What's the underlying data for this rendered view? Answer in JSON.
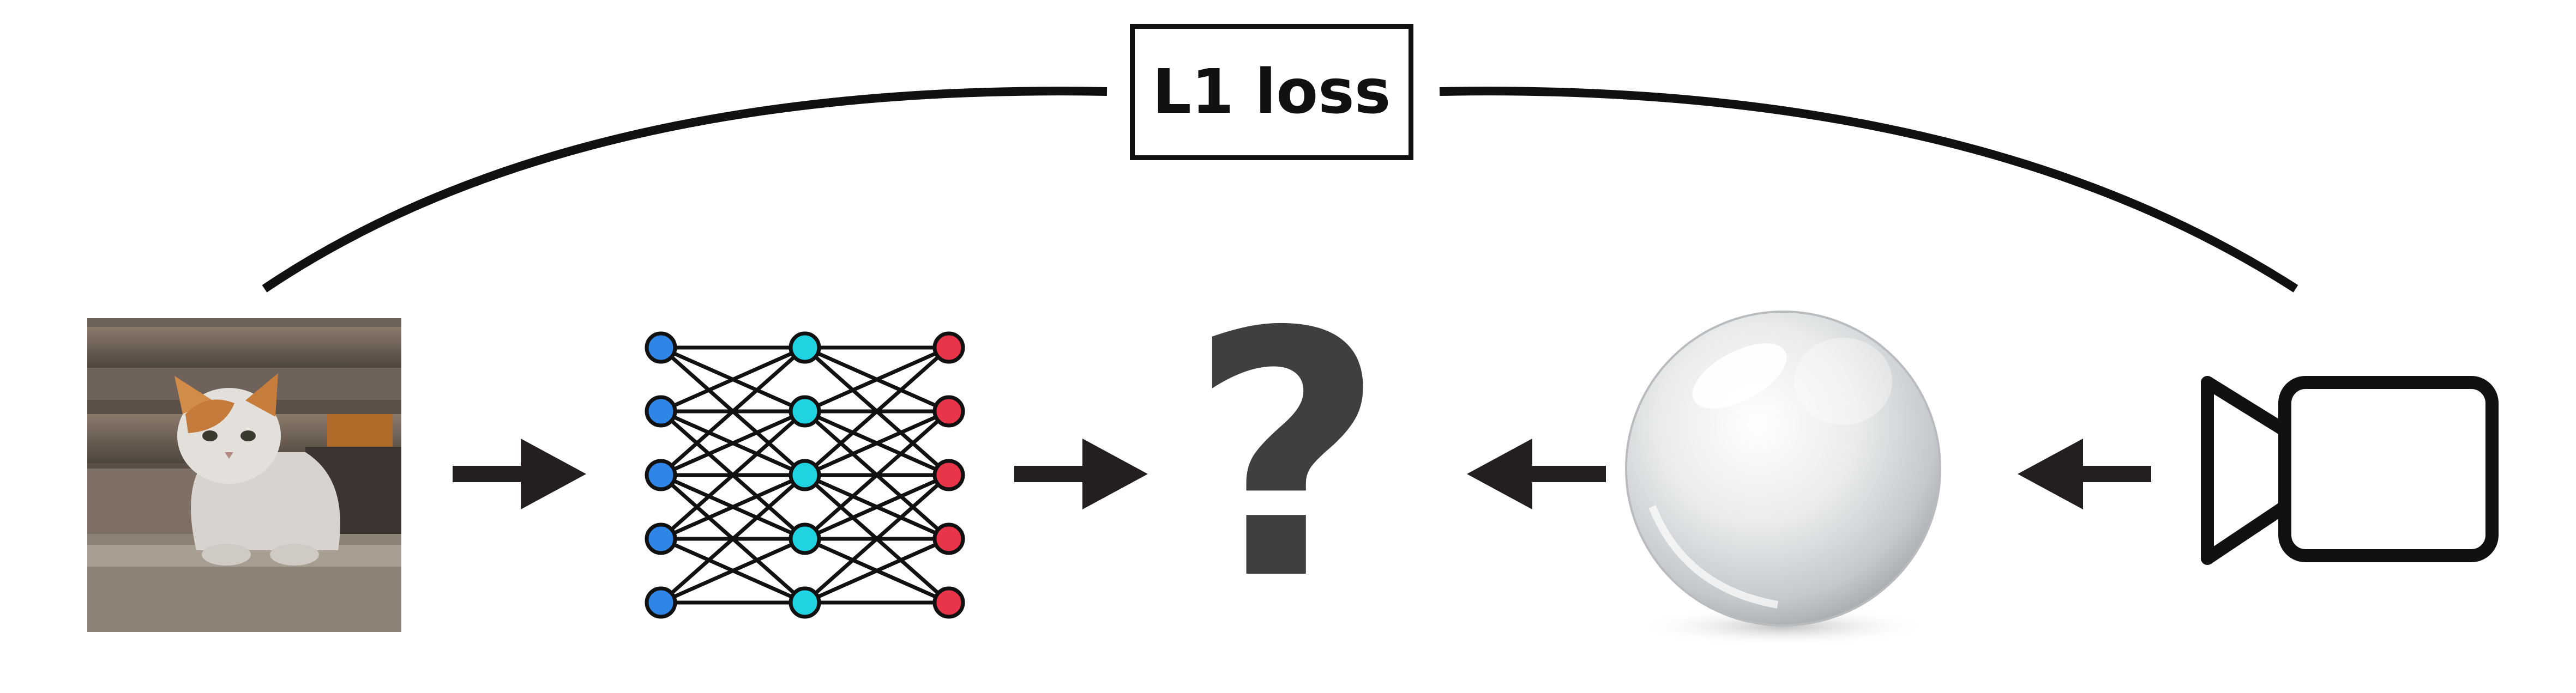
{
  "loss": {
    "label": "L1 loss"
  },
  "unknown": {
    "symbol": "?"
  },
  "colors": {
    "stroke": "#111111",
    "input_nodes": "#2f86e6",
    "hidden_nodes": "#1fd3e0",
    "output_nodes": "#e8354a",
    "question_mark": "#3f3f3f"
  },
  "network": {
    "layers": [
      5,
      5,
      5
    ]
  },
  "icons": [
    "cat-photo",
    "neural-network-icon",
    "question-mark",
    "glass-sphere-icon",
    "video-camera-icon"
  ]
}
